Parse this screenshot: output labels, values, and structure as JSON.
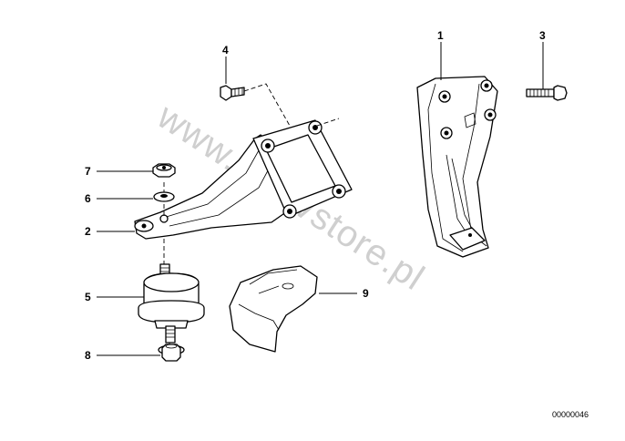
{
  "watermark": "www.BMWstore.pl",
  "document_number": "00000046",
  "callouts": {
    "c1": "1",
    "c2": "2",
    "c3": "3",
    "c4": "4",
    "c5": "5",
    "c6": "6",
    "c7": "7",
    "c8": "8",
    "c9": "9"
  }
}
